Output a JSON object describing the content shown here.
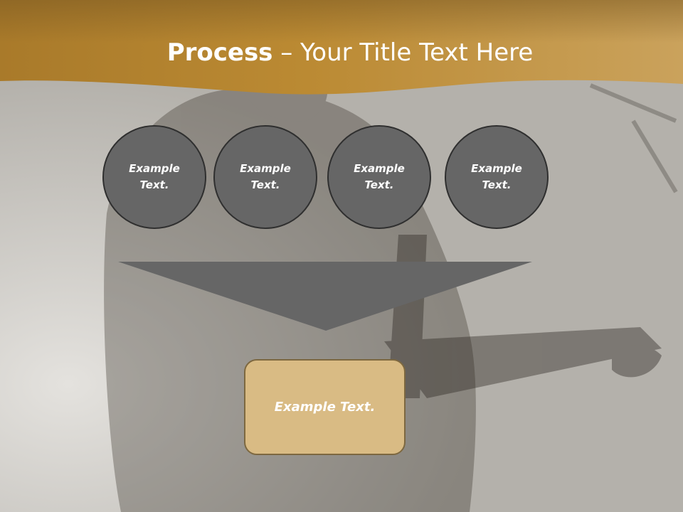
{
  "title": {
    "bold": "Process",
    "rest": " – Your Title Text Here"
  },
  "steps": [
    {
      "label": "Example Text."
    },
    {
      "label": "Example Text."
    },
    {
      "label": "Example Text."
    },
    {
      "label": "Example Text."
    }
  ],
  "result": {
    "label": "Example Text."
  },
  "colors": {
    "header_gold": "#b8862f",
    "circle_fill": "#666666",
    "funnel_fill": "#666666",
    "result_fill": "#d9bb84",
    "result_border": "#7d6840"
  },
  "background": {
    "image": "concert-guitarist-photo"
  }
}
